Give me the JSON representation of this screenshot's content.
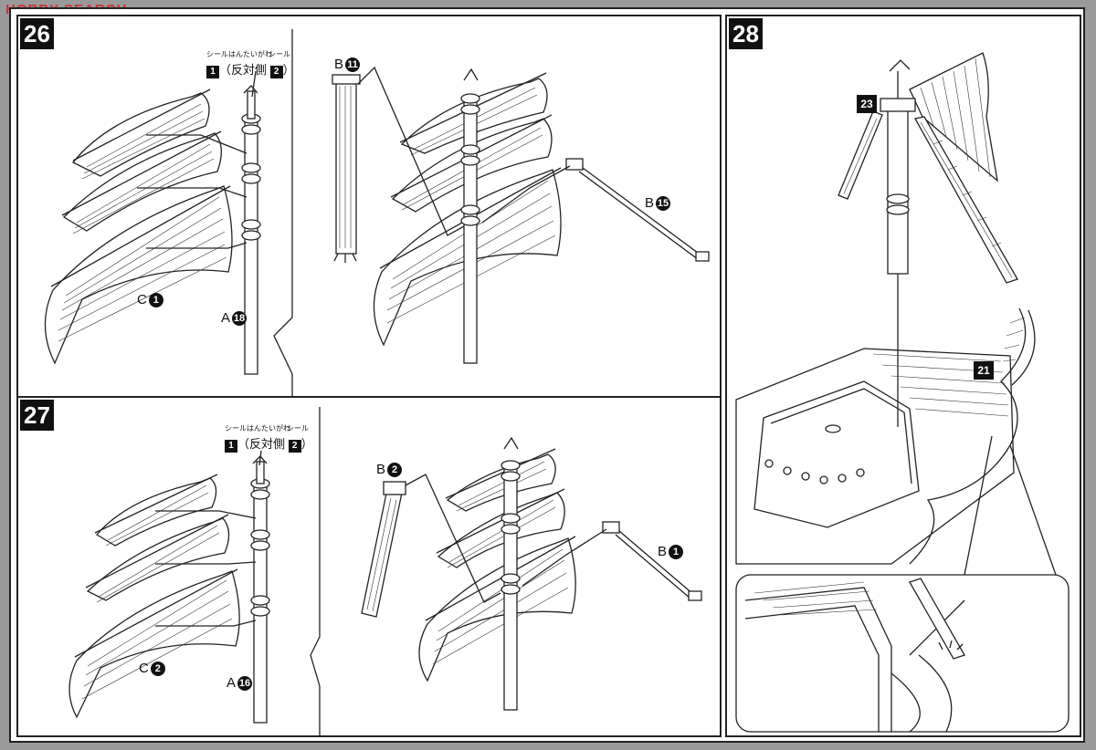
{
  "watermark": {
    "text": "HOBBY SEARCH",
    "site_mark": "",
    "url_fragment": ""
  },
  "steps": [
    {
      "number": "26",
      "sticker_note": {
        "ruby_left": "シール",
        "box_left": "1",
        "text": "（反対側",
        "ruby_text": "はんたいがわ",
        "ruby_right": "シール",
        "box_right": "2",
        "close": "）"
      },
      "parts_left": [
        {
          "letter": "C",
          "num": "1"
        },
        {
          "letter": "A",
          "num": "18"
        }
      ],
      "parts_right": [
        {
          "letter": "B",
          "num": "11"
        },
        {
          "letter": "B",
          "num": "15"
        }
      ]
    },
    {
      "number": "27",
      "sticker_note": {
        "ruby_left": "シール",
        "box_left": "1",
        "text": "（反対側",
        "ruby_text": "はんたいがわ",
        "ruby_right": "シール",
        "box_right": "2",
        "close": "）"
      },
      "parts_left": [
        {
          "letter": "C",
          "num": "2"
        },
        {
          "letter": "A",
          "num": "16"
        }
      ],
      "parts_right": [
        {
          "letter": "B",
          "num": "2"
        },
        {
          "letter": "B",
          "num": "1"
        }
      ]
    },
    {
      "number": "28",
      "parts": [
        {
          "num": "23"
        },
        {
          "num": "21"
        }
      ]
    }
  ],
  "colors": {
    "ink": "#222222",
    "paper": "#ffffff",
    "background": "#9a9a9a",
    "watermark": "#cc3333"
  }
}
